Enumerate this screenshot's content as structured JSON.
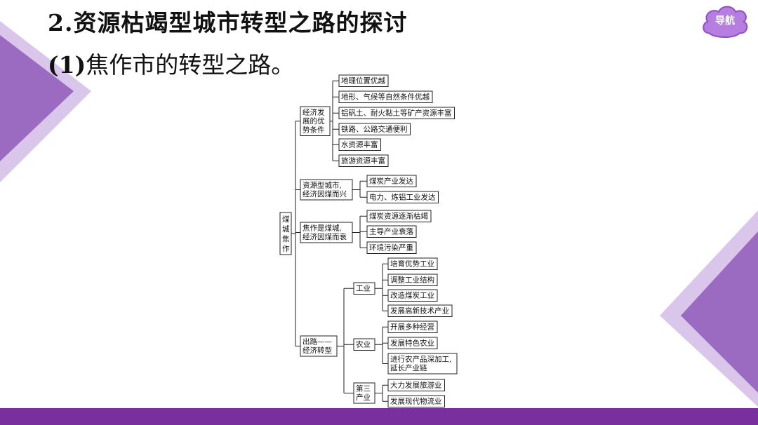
{
  "slide": {
    "title": "2.资源枯竭型城市转型之路的探讨",
    "subtitle_prefix": "(1)",
    "subtitle_text": "焦作市的转型之路。",
    "nav_label": "导航",
    "colors": {
      "accent": "#7a2f9e",
      "deco_dark": "#9b6bc1",
      "deco_light": "#d9c6ea",
      "nav": "#b67ee0"
    }
  },
  "diagram": {
    "root": [
      "煤",
      "城",
      "焦",
      "作"
    ],
    "branch1": {
      "label": [
        "经济发",
        "展的优",
        "势条件"
      ],
      "items": [
        "地理位置优越",
        "地形、气候等自然条件优越",
        "铝矾土、耐火黏土等矿产资源丰富",
        "铁路、公路交通便利",
        "水资源丰富",
        "旅游资源丰富"
      ]
    },
    "branch2": {
      "label": [
        "资源型城市,",
        "经济因煤而兴"
      ],
      "items": [
        "煤炭产业发达",
        "电力、炼铝工业发达"
      ]
    },
    "branch3": {
      "label": [
        "焦作是煤城,",
        "经济因煤而衰"
      ],
      "items": [
        "煤炭资源逐渐枯竭",
        "主导产业衰落",
        "环境污染严重"
      ]
    },
    "branch4": {
      "label": [
        "出路——",
        "经济转型"
      ],
      "industry": {
        "label": "工业",
        "items": [
          "培育优势工业",
          "调整工业结构",
          "改造煤炭工业",
          "发展高新技术产业"
        ]
      },
      "agriculture": {
        "label": "农业",
        "items": [
          "开展多种经营",
          "发展特色农业",
          "进行农产品深加工,",
          "延长产业链"
        ]
      },
      "tertiary": {
        "label": [
          "第三",
          "产业"
        ],
        "items": [
          "大力发展旅游业",
          "发展现代物流业"
        ]
      }
    }
  }
}
